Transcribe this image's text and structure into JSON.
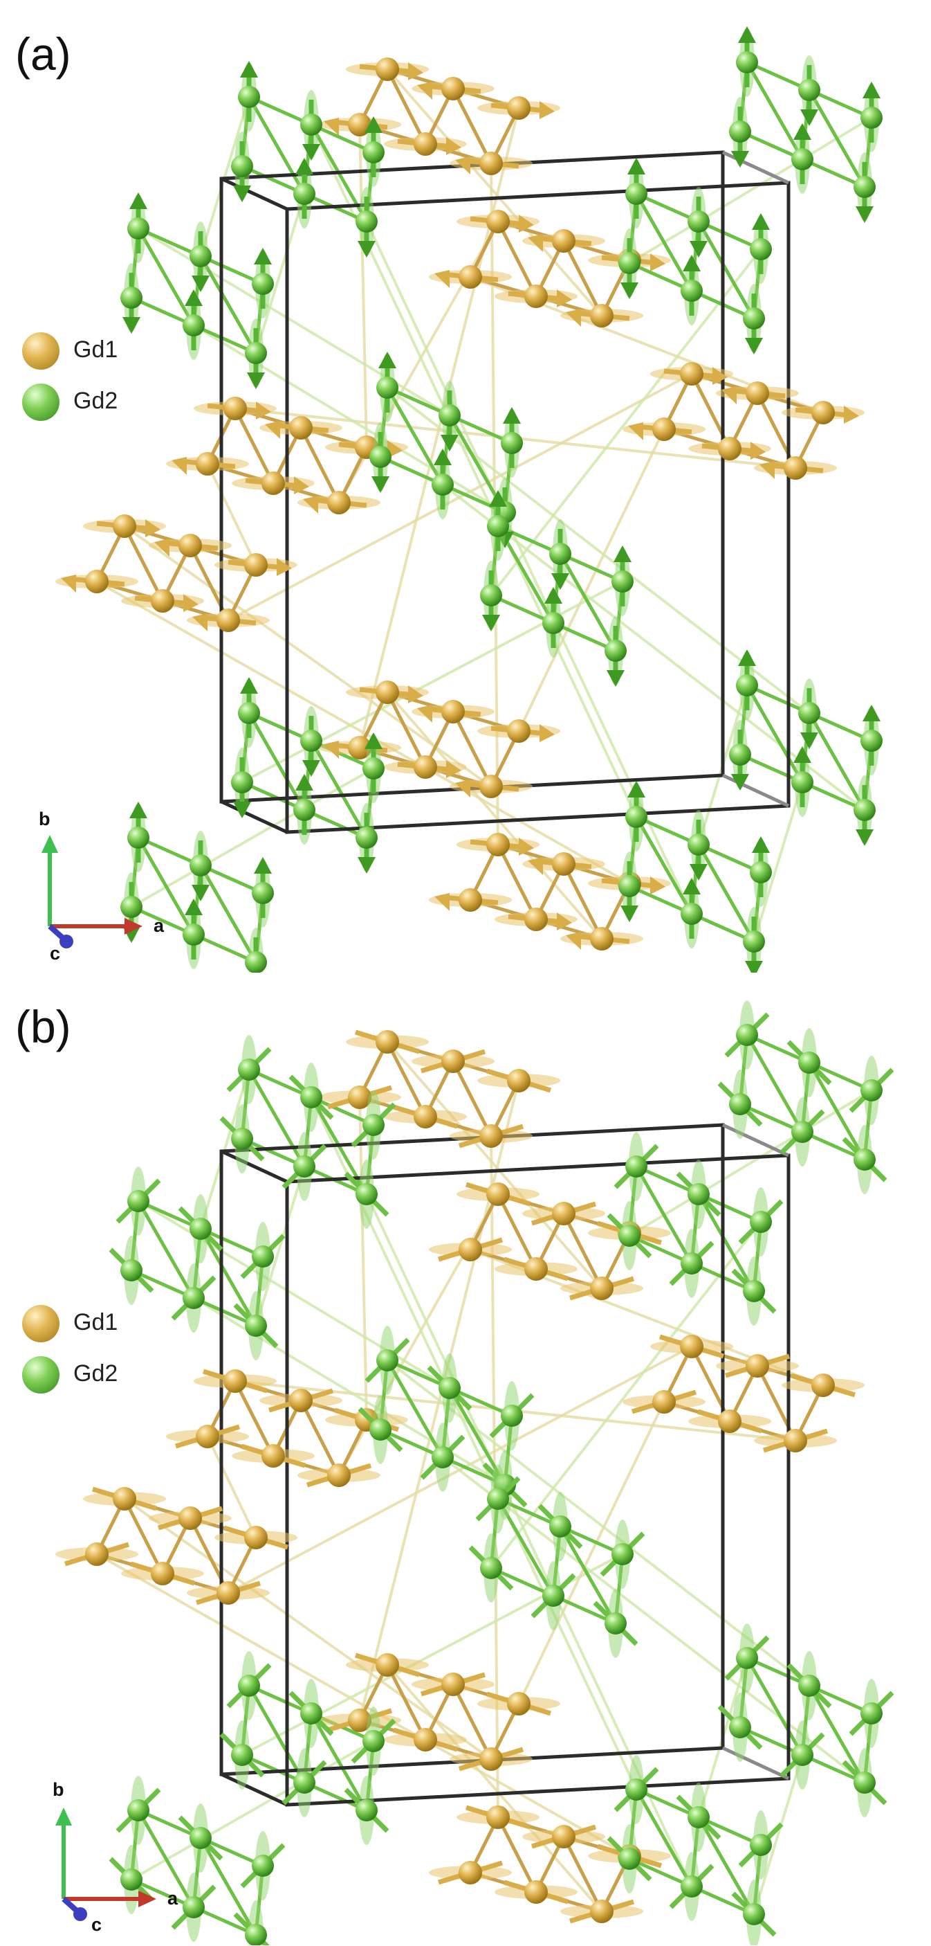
{
  "panels": [
    {
      "label": "(a)",
      "legend": [
        {
          "name": "Gd1",
          "color": "#d4a73a"
        },
        {
          "name": "Gd2",
          "color": "#5fb93a"
        }
      ],
      "axes": {
        "b": "b",
        "a": "a",
        "c": "c"
      }
    },
    {
      "label": "(b)",
      "legend": [
        {
          "name": "Gd1",
          "color": "#d4a73a"
        },
        {
          "name": "Gd2",
          "color": "#5fb93a"
        }
      ],
      "axes": {
        "b": "b",
        "a": "a",
        "c": "c"
      }
    }
  ],
  "colors": {
    "gd1": "#d4a73a",
    "gd1_bond": "#c9a04a",
    "gd2": "#5fb93a",
    "gd2_bond": "#6cc043",
    "cell_edge": "#2b2b2b",
    "axis_a": "#c0392b",
    "axis_b": "#3fbf4f",
    "axis_c": "#3b3fbf"
  }
}
